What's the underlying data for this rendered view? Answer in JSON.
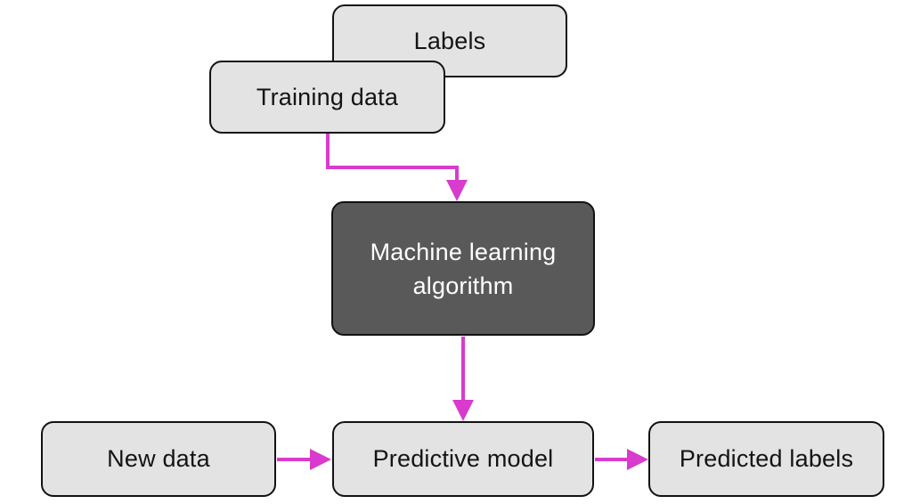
{
  "diagram": {
    "nodes": {
      "labels": "Labels",
      "training_data": "Training data",
      "ml_algorithm": "Machine learning algorithm",
      "new_data": "New data",
      "predictive_model": "Predictive model",
      "predicted_labels": "Predicted labels"
    },
    "edges": [
      {
        "from": "training_data",
        "to": "ml_algorithm",
        "style": "elbow"
      },
      {
        "from": "ml_algorithm",
        "to": "predictive_model",
        "style": "straight-down"
      },
      {
        "from": "new_data",
        "to": "predictive_model",
        "style": "straight-right"
      },
      {
        "from": "predictive_model",
        "to": "predicted_labels",
        "style": "straight-right"
      }
    ],
    "colors": {
      "light_box_fill": "#e3e3e3",
      "dark_box_fill": "#595959",
      "box_border": "#121212",
      "arrow": "#d83bcd",
      "light_box_text": "#141414",
      "dark_box_text": "#ffffff",
      "background": "#ffffff"
    }
  }
}
